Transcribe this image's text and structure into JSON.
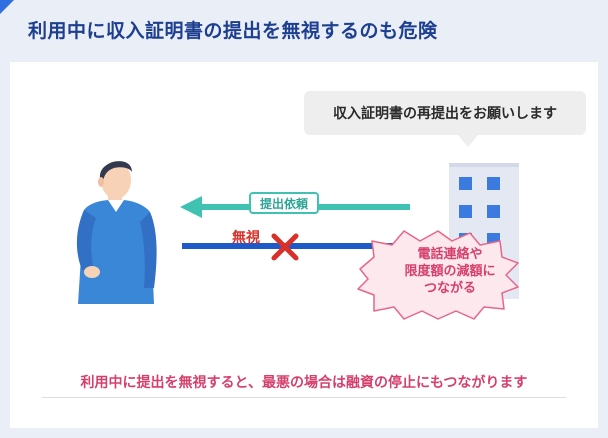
{
  "title": "利用中に収入証明書の提出を無視するのも危険",
  "speech_bubble": "収入証明書の再提出をお願いします",
  "arrow_request_label": "提出依頼",
  "arrow_ignore_label": "無視",
  "burst": {
    "line1": "電話連絡や",
    "line2": "限度額の減額に",
    "line3": "つながる"
  },
  "caption": "利用中に提出を無視すると、最悪の場合は融資の停止にもつながります",
  "colors": {
    "title": "#1d3f8f",
    "accent_blue": "#2f6fe0",
    "request_arrow": "#3fc2b2",
    "ignore_line": "#1e5bc8",
    "cross": "#d9302a",
    "burst_fill": "#fde8ee",
    "burst_stroke": "#e8668a",
    "caption": "#d63f6c"
  },
  "icons": [
    "person-icon",
    "office-building-icon",
    "cross-mark-icon",
    "burst-shape"
  ]
}
